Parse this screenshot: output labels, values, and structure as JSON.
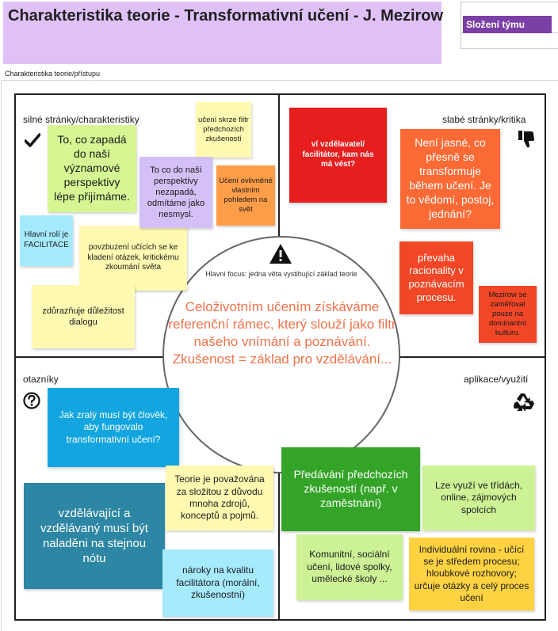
{
  "header": {
    "title": "Charakteristika teorie - Transformativní učení - J. Mezirow",
    "team_label": "Složení týmu"
  },
  "board": {
    "subtitle": "Charakteristika teorie/přístupu"
  },
  "quadrants": {
    "strengths": {
      "label": "silné stránky/charakteristiky",
      "icon": "checkmark-icon"
    },
    "weaknesses": {
      "label": "slabé stránky/kritika",
      "icon": "thumbs-down-icon"
    },
    "questions": {
      "label": "otazníky",
      "icon": "question-mark-icon"
    },
    "applications": {
      "label": "aplikace/využití",
      "icon": "recycle-icon"
    }
  },
  "center": {
    "focus_label": "Hlavní focus: jedna věta vystihující základ teorie",
    "icon": "warning-icon",
    "text": "Celoživotním učením získáváme referenční rámec, který slouží jako filtr našeho vnímání a poznávání. Zkušenost = základ pro vzdělávání..."
  },
  "notes": {
    "strengths": [
      "To, co zapadá do naší významové perspektivy lépe přijímáme.",
      "učení skrze filtr předchozích zkušeností",
      "To co do naší perspektivy nezapadá, odmítáme jako nesmysl.",
      "Učení ovlivněné vlastním pohledem na svět",
      "Hlavní rolí je FACILITACE",
      "povzbuzení učících se ke kladení otázek, kritickému zkoumání světa",
      "zdůrazňuje důležitost dialogu"
    ],
    "weaknesses": [
      "ví vzdělavatel/ facilitátor, kam nás má vést?",
      "Není jasné, co přesně se transformuje během učení. Je to vědomí, postoj, jednání?",
      "převaha racionality v poznávacím procesu.",
      "Mezirow se zaměřoval pouze na dominantní kulturu."
    ],
    "questions": [
      "Jak zralý musí být člověk, aby fungovalo transformativní učení?",
      "vzdělávající a vzdělávaný musí být naladěni na stejnou nótu",
      "Teorie je považována za složitou z důvodu mnoha zdrojů, konceptů a pojmů.",
      "nároky na kvalitu facilitátora (morální, zkušenostní)"
    ],
    "applications": [
      "Předávání předchozích zkušeností (např. v zaměstnání)",
      "Lze využí ve třídách, online, zájmových spolcích",
      "Komunitní, sociální učení, lidové spolky, umělecké školy ...",
      "Individuální rovina - učící se je středem procesu; hloubkové rozhovory; určuje otázky a celý proces učení"
    ]
  },
  "colors": {
    "header_bg": "#dfc1f7",
    "team_label_bg": "#7b3fa6",
    "center_text": "#f0724a"
  }
}
